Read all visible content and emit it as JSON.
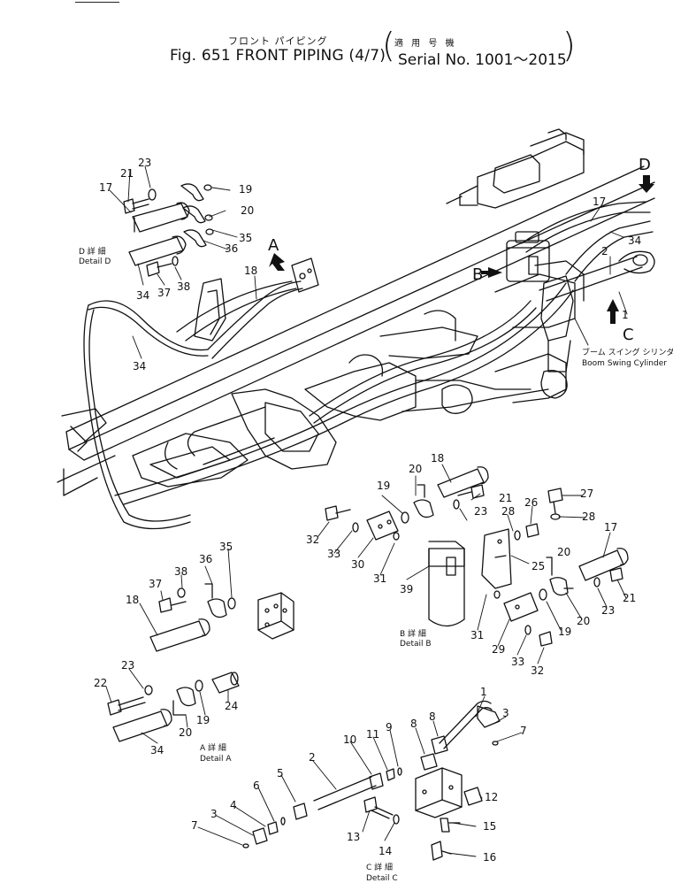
{
  "header": {
    "title_jp": "フロント パイピング",
    "title_en": "Fig. 651  FRONT  PIPING (4/7)",
    "serial_jp": "適 用 号 機",
    "serial_en": "Serial No. 1001～2015"
  },
  "view_letters": {
    "a": "A",
    "b": "B",
    "c": "C",
    "d": "D"
  },
  "detail_labels": {
    "d_jp": "D 詳 細",
    "d_en": "Detail D",
    "b_jp": "B 詳 細",
    "b_en": "Detail B",
    "a_jp": "A 詳 細",
    "a_en": "Detail A",
    "c_jp": "C 詳 細",
    "c_en": "Detail C"
  },
  "component_label": {
    "jp": "ブーム スイング シリンダ",
    "en": "Boom Swing Cylinder"
  },
  "part_numbers": {
    "p1": "1",
    "p2": "2",
    "p17a": "17",
    "p34a": "34",
    "p18a": "18",
    "p34b": "34",
    "d17": "17",
    "d21": "21",
    "d23": "23",
    "d19": "19",
    "d20": "20",
    "d35": "35",
    "d36": "36",
    "d34": "34",
    "d37": "37",
    "d38": "38",
    "b18": "18",
    "b20": "20",
    "b19": "19",
    "b21": "21",
    "b23": "23",
    "b32a": "32",
    "b33a": "33",
    "b30": "30",
    "b31a": "31",
    "b39": "39",
    "b28a": "28",
    "b26": "26",
    "b27": "27",
    "b28b": "28",
    "b25": "25",
    "b31b": "31",
    "b29": "29",
    "b33b": "33",
    "b32b": "32",
    "b17": "17",
    "b20b": "20",
    "b19b": "19",
    "b23b": "23",
    "b21b": "21",
    "b20c": "20",
    "a35": "35",
    "a36": "36",
    "a38": "38",
    "a37": "37",
    "a18": "18",
    "a23": "23",
    "a22": "22",
    "a20": "20",
    "a19": "19",
    "a24": "24",
    "a34": "34",
    "c1": "1",
    "c3a": "3",
    "c7a": "7",
    "c8a": "8",
    "c8b": "8",
    "c9": "9",
    "c11": "11",
    "c10": "10",
    "c2": "2",
    "c5": "5",
    "c6": "6",
    "c4": "4",
    "c3b": "3",
    "c7b": "7",
    "c12": "12",
    "c13": "13",
    "c14": "14",
    "c15": "15",
    "c16": "16"
  }
}
